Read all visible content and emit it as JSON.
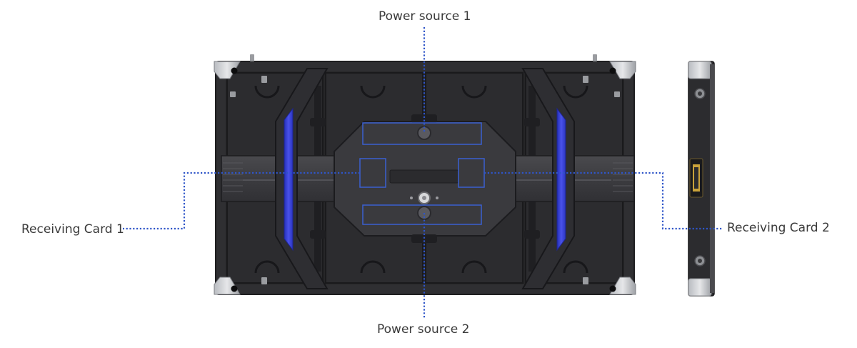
{
  "labels": {
    "power_source_1": "Power source 1",
    "power_source_2": "Power source 2",
    "receiving_card_1": "Receiving Card 1",
    "receiving_card_2": "Receiving Card 2"
  },
  "colors": {
    "leader_line": "#2f55c8",
    "highlight_box": "#3a5fd0",
    "accent_blue": "#3c46d8",
    "panel_dark": "#2a2a2c",
    "panel_mid": "#3b3b3e",
    "corner_silver": "#cfd0d2",
    "background": "#ffffff"
  }
}
